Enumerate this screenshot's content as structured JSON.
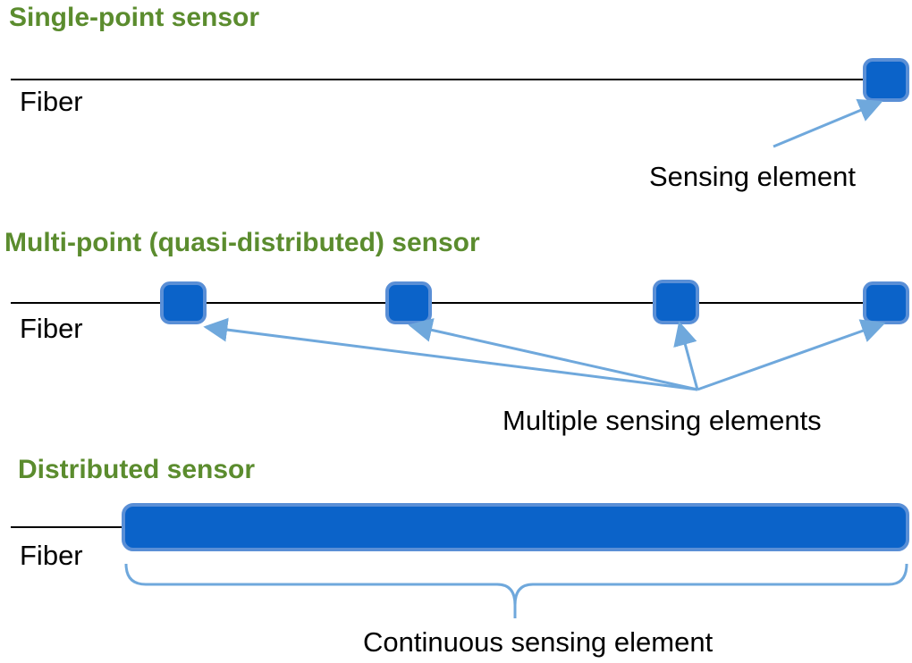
{
  "colors": {
    "heading": "#5b8c2e",
    "element_fill": "#0b63c9",
    "element_stroke": "#5a8fd6",
    "arrow": "#6fa8dc",
    "fiber": "#000000"
  },
  "sections": {
    "single": {
      "title": "Single-point sensor",
      "fiber_label": "Fiber",
      "element_label": "Sensing element"
    },
    "multi": {
      "title": "Multi-point (quasi-distributed) sensor",
      "fiber_label": "Fiber",
      "element_label": "Multiple sensing elements"
    },
    "distributed": {
      "title": "Distributed sensor",
      "fiber_label": "Fiber",
      "element_label": "Continuous sensing element"
    }
  }
}
